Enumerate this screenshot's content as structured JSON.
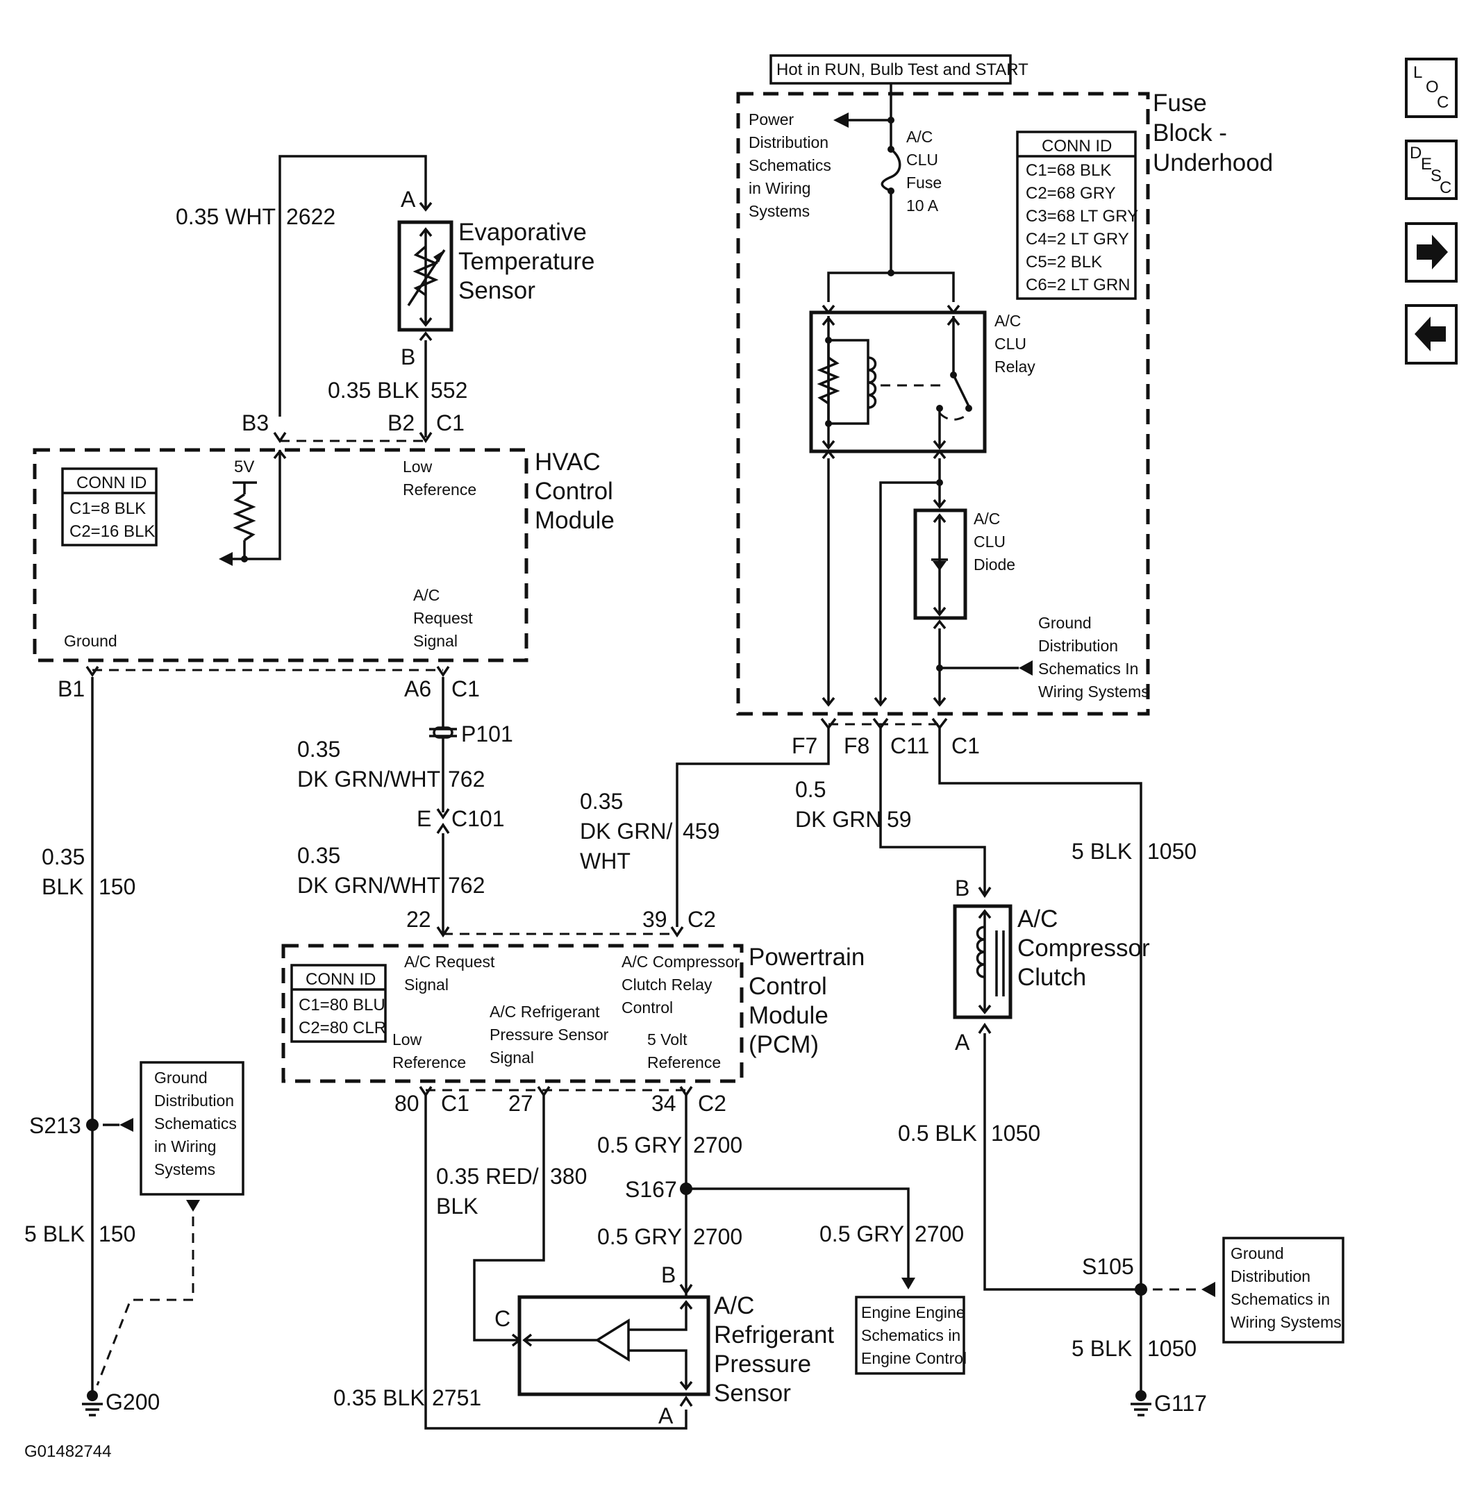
{
  "header": {
    "label": "Hot in RUN, Bulb Test and START"
  },
  "fuse_block": {
    "name": [
      "Fuse",
      "Block -",
      "Underhood"
    ],
    "conn_id": {
      "title": "CONN ID",
      "rows": [
        "C1=68 BLK",
        "C2=68 GRY",
        "C3=68 LT GRY",
        "C4=2 LT GRY",
        "C5=2 BLK",
        "C6=2 LT GRN"
      ]
    },
    "power_ref": [
      "Power",
      "Distribution",
      "Schematics",
      "in Wiring",
      "Systems"
    ],
    "fuse": [
      "A/C",
      "CLU",
      "Fuse",
      "10 A"
    ],
    "relay": [
      "A/C",
      "CLU",
      "Relay"
    ],
    "diode": [
      "A/C",
      "CLU",
      "Diode"
    ],
    "ground_ref": [
      "Ground",
      "Distribution",
      "Schematics In",
      "Wiring Systems"
    ],
    "pins": {
      "f7": "F7",
      "f8": "F8",
      "c11": "C11",
      "c1": "C1"
    }
  },
  "evap_sensor": {
    "name": [
      "Evaporative",
      "Temperature",
      "Sensor"
    ],
    "pin_a": "A",
    "pin_b": "B"
  },
  "hvac": {
    "name": [
      "HVAC",
      "Control",
      "Module"
    ],
    "conn_id": {
      "title": "CONN ID",
      "rows": [
        "C1=8 BLK",
        "C2=16 BLK"
      ]
    },
    "v5": "5V",
    "low_ref": [
      "Low",
      "Reference"
    ],
    "ac_request": [
      "A/C",
      "Request",
      "Signal"
    ],
    "ground": "Ground",
    "pins": {
      "b3": "B3",
      "b2": "B2",
      "c1_top": "C1",
      "b1": "B1",
      "a6": "A6",
      "c1_bot": "C1"
    }
  },
  "wires": {
    "w2622": {
      "gauge": "0.35 WHT",
      "circuit": "2622"
    },
    "w552": {
      "gauge": "0.35 BLK",
      "circuit": "552"
    },
    "w762a": {
      "gauge": [
        "0.35",
        "DK GRN/WHT"
      ],
      "circuit": "762"
    },
    "w762b": {
      "gauge": [
        "0.35",
        "DK GRN/WHT"
      ],
      "circuit": "762"
    },
    "w150a": {
      "gauge": [
        "0.35",
        "BLK"
      ],
      "circuit": "150"
    },
    "w150b": {
      "gauge": "5 BLK",
      "circuit": "150"
    },
    "w459": {
      "gauge": [
        "0.35",
        "DK GRN/",
        "WHT"
      ],
      "circuit": "459"
    },
    "w59": {
      "gauge": [
        "0.5",
        "DK GRN"
      ],
      "circuit": "59"
    },
    "w1050a": {
      "gauge": "5 BLK",
      "circuit": "1050"
    },
    "w1050b": {
      "gauge": "0.5 BLK",
      "circuit": "1050"
    },
    "w1050c": {
      "gauge": "5 BLK",
      "circuit": "1050"
    },
    "w2700a": {
      "gauge": "0.5 GRY",
      "circuit": "2700"
    },
    "w2700b": {
      "gauge": "0.5 GRY",
      "circuit": "2700"
    },
    "w2700c": {
      "gauge": "0.5 GRY",
      "circuit": "2700"
    },
    "w380": {
      "gauge": [
        "0.35 RED/",
        "BLK"
      ],
      "circuit": "380"
    },
    "w2751": {
      "gauge": "0.35 BLK",
      "circuit": "2751"
    }
  },
  "connectors": {
    "p101": "P101",
    "c101_pin": "E",
    "c101": "C101"
  },
  "pcm": {
    "name": [
      "Powertrain",
      "Control",
      "Module",
      "(PCM)"
    ],
    "conn_id": {
      "title": "CONN ID",
      "rows": [
        "C1=80 BLU",
        "C2=80 CLR"
      ]
    },
    "ac_request": [
      "A/C Request",
      "Signal"
    ],
    "clutch_relay": [
      "A/C Compressor",
      "Clutch Relay",
      "Control"
    ],
    "refrig_signal": [
      "A/C Refrigerant",
      "Pressure Sensor",
      "Signal"
    ],
    "low_ref": [
      "Low",
      "Reference"
    ],
    "v5_ref": [
      "5 Volt",
      "Reference"
    ],
    "pins": {
      "p22": "22",
      "p39": "39",
      "c2_top": "C2",
      "p80": "80",
      "c1": "C1",
      "p27": "27",
      "p34": "34",
      "c2_bot": "C2"
    }
  },
  "compressor": {
    "name": [
      "A/C",
      "Compressor",
      "Clutch"
    ],
    "pin_b": "B",
    "pin_a": "A"
  },
  "pressure_sensor": {
    "name": [
      "A/C",
      "Refrigerant",
      "Pressure",
      "Sensor"
    ],
    "pin_b": "B",
    "pin_c": "C",
    "pin_a": "A"
  },
  "engine_ref": [
    "Engine Engine",
    "Schematics in",
    "Engine Control"
  ],
  "ground_ref_left": [
    "Ground",
    "Distribution",
    "Schematics",
    "in Wiring",
    "Systems"
  ],
  "ground_ref_right": [
    "Ground",
    "Distribution",
    "Schematics in",
    "Wiring Systems"
  ],
  "splices": {
    "s213": "S213",
    "s167": "S167",
    "s105": "S105"
  },
  "grounds": {
    "g200": "G200",
    "g117": "G117"
  },
  "figure_id": "G01482744",
  "nav": {
    "loc": [
      "L",
      "O",
      "C"
    ],
    "desc": [
      "D",
      "E",
      "S",
      "C"
    ],
    "forward_icon": "➜",
    "back_icon": "⬅"
  }
}
